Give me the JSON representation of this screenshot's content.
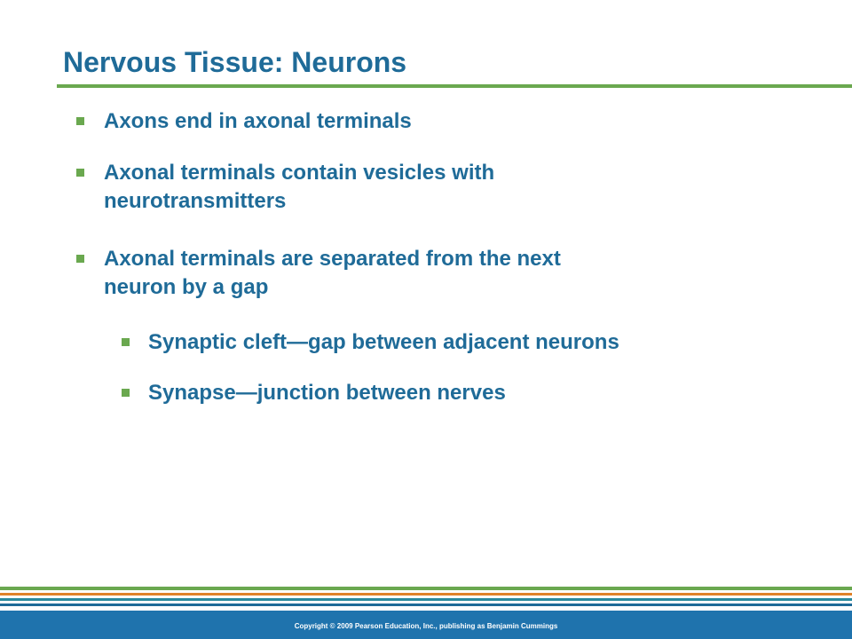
{
  "slide": {
    "title": "Nervous Tissue: Neurons",
    "bullets": [
      {
        "level": 1,
        "lines": [
          "Axons end in axonal terminals"
        ]
      },
      {
        "level": 1,
        "lines": [
          "Axonal terminals contain vesicles with",
          "neurotransmitters"
        ]
      },
      {
        "level": 1,
        "lines": [
          "Axonal terminals are separated from the next",
          "neuron by a gap"
        ]
      },
      {
        "level": 2,
        "lines": [
          "Synaptic cleft—gap between adjacent neurons"
        ]
      },
      {
        "level": 2,
        "lines": [
          "Synapse—junction between nerves"
        ]
      }
    ]
  },
  "footer": {
    "copyright": "Copyright © 2009 Pearson Education, Inc., publishing as Benjamin Cummings"
  },
  "colors": {
    "title": "#1f6b98",
    "accent_green": "#6aa84f",
    "accent_orange": "#e0822a",
    "accent_teal": "#2a8a9e",
    "footer_band": "#1f73ad"
  }
}
